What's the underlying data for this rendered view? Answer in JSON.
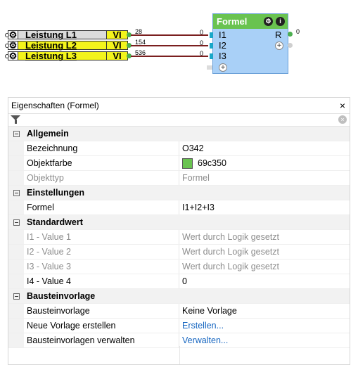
{
  "diagram": {
    "inputs": [
      {
        "name": "Leistung L1",
        "unit": "VI",
        "value": "28",
        "port_value": "0"
      },
      {
        "name": "Leistung L2",
        "unit": "VI",
        "value": "154",
        "port_value": "0"
      },
      {
        "name": "Leistung L3",
        "unit": "VI",
        "value": "536",
        "port_value": "0"
      }
    ],
    "formel_block": {
      "title": "Formel",
      "ports": [
        "I1",
        "I2",
        "I3"
      ],
      "output_label": "R",
      "output_value": "0",
      "plus": "+",
      "color": "#69c350"
    }
  },
  "panel": {
    "title": "Eigenschaften (Formel)",
    "close": "×",
    "filter_placeholder": "",
    "clear": "×",
    "sections": [
      {
        "label": "Allgemein",
        "rows": [
          {
            "key": "Bezeichnung",
            "value": "O342"
          },
          {
            "key": "Objektfarbe",
            "value": "69c350"
          },
          {
            "key": "Objekttyp",
            "value": "Formel"
          }
        ]
      },
      {
        "label": "Einstellungen",
        "rows": [
          {
            "key": "Formel",
            "value": "I1+I2+I3"
          }
        ]
      },
      {
        "label": "Standardwert",
        "rows": [
          {
            "key": "I1 - Value 1",
            "value": "Wert durch Logik gesetzt"
          },
          {
            "key": "I2 - Value 2",
            "value": "Wert durch Logik gesetzt"
          },
          {
            "key": "I3 - Value 3",
            "value": "Wert durch Logik gesetzt"
          },
          {
            "key": "I4 - Value 4",
            "value": "0"
          }
        ]
      },
      {
        "label": "Bausteinvorlage",
        "rows": [
          {
            "key": "Bausteinvorlage",
            "value": "Keine Vorlage"
          },
          {
            "key": "Neue Vorlage erstellen",
            "value": "Erstellen..."
          },
          {
            "key": "Bausteinvorlagen verwalten",
            "value": "Verwalten..."
          }
        ]
      }
    ]
  }
}
